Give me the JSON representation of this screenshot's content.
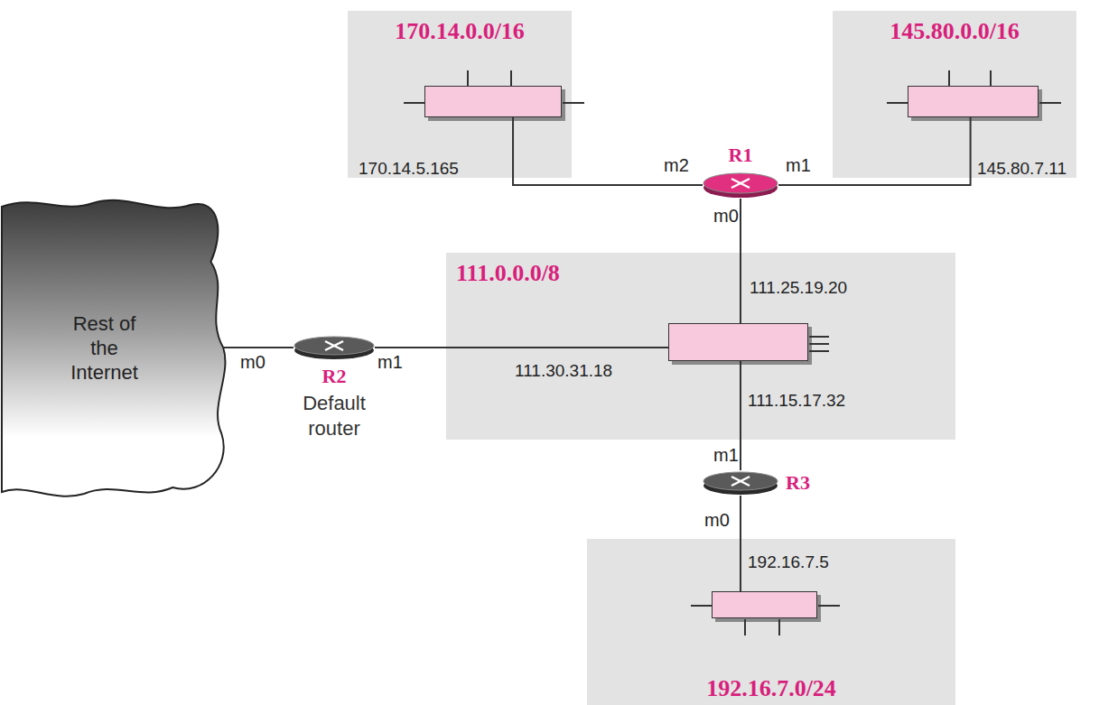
{
  "diagram": {
    "nodes": [
      {
        "text": [
          "170.14.0.0/16"
        ]
      },
      {
        "text": [
          "145.80.0.0/16"
        ]
      },
      {
        "text": [
          "R1"
        ]
      },
      {
        "text": [
          "111.0.0.0/8"
        ]
      },
      {
        "text": [
          "Rest of the Internet"
        ]
      },
      {
        "text": [
          "R2",
          "Default router"
        ]
      },
      {
        "text": [
          "R3"
        ]
      },
      {
        "text": [
          "192.16.7.0/24"
        ]
      }
    ],
    "edges": [
      {
        "from": 2,
        "to": 0,
        "arrow": "none",
        "label": "170.14.5.165"
      },
      {
        "from": 2,
        "to": 1,
        "arrow": "none",
        "label": "145.80.7.11"
      },
      {
        "from": 2,
        "to": 3,
        "arrow": "none",
        "label": "111.25.19.20"
      },
      {
        "from": 5,
        "to": 4,
        "arrow": "none"
      },
      {
        "from": 5,
        "to": 3,
        "arrow": "none",
        "label": "111.30.31.18"
      },
      {
        "from": 6,
        "to": 3,
        "arrow": "none",
        "label": "111.15.17.32"
      },
      {
        "from": 6,
        "to": 7,
        "arrow": "none",
        "label": "192.16.7.5"
      }
    ],
    "labels": [
      "m2",
      "m1",
      "m0",
      "m0",
      "m1",
      "m1",
      "m0"
    ]
  }
}
